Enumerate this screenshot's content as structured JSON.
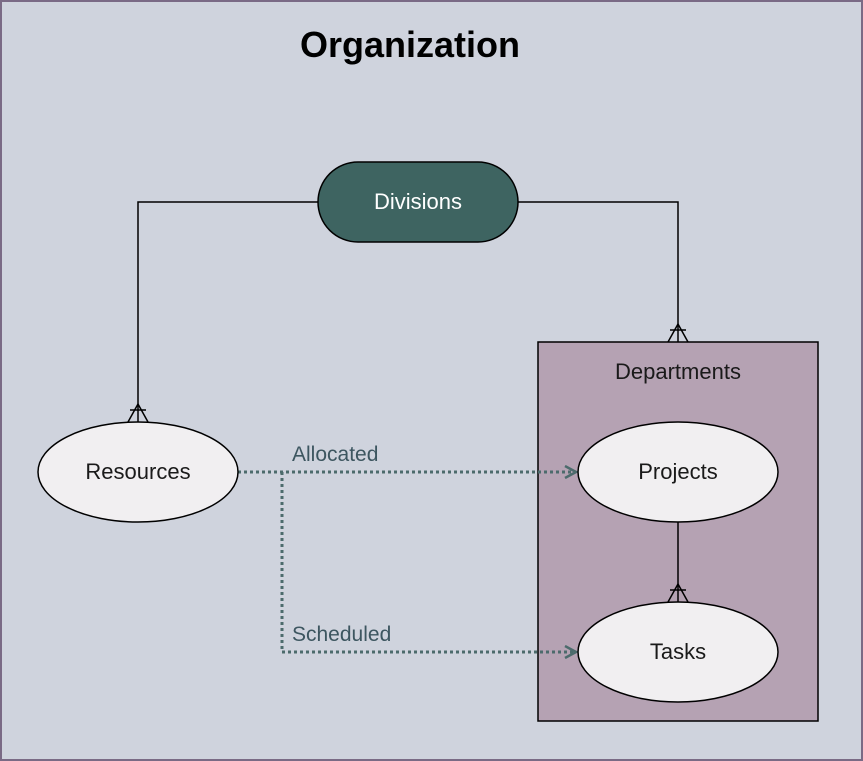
{
  "title": "Organization",
  "nodes": {
    "divisions": "Divisions",
    "departments": "Departments",
    "resources": "Resources",
    "projects": "Projects",
    "tasks": "Tasks"
  },
  "edges": {
    "allocated": "Allocated",
    "scheduled": "Scheduled"
  },
  "colors": {
    "background": "#cfd3dd",
    "divisions_fill": "#3e6461",
    "departments_fill": "#b5a2b3",
    "ellipse_fill": "#f1eff1",
    "dotted_edge": "#4c6b6c"
  }
}
